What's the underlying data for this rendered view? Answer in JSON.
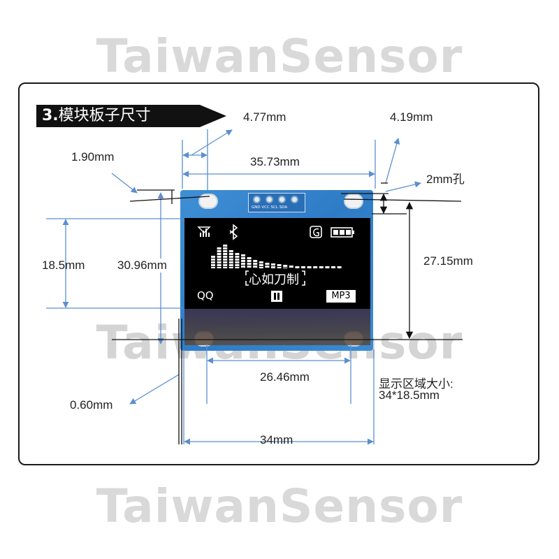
{
  "watermark": "TaiwanSensor",
  "title": {
    "number": "3.",
    "text": "模块板子尺寸"
  },
  "dimensions": {
    "hole_offset": "4.77mm",
    "hole_dia_top": "4.19mm",
    "edge_left": "1.90mm",
    "hole_span": "35.73mm",
    "hole": "2mm孔",
    "screen_height": "18.5mm",
    "board_height": "30.96mm",
    "hole_vspan": "27.15mm",
    "hole_span_bottom": "26.46mm",
    "edge_bottom": "0.60mm",
    "board_width": "34mm",
    "display_area_label": "显示区域大小:",
    "display_area": "34*18.5mm"
  },
  "header_pins": "GND VCC SCL SDA",
  "oled": {
    "center_text": "心如刀制",
    "left_text": "QQ",
    "pause_icon": "pause-icon",
    "right_text": "MP3",
    "bars": [
      18,
      30,
      34,
      26,
      22,
      20,
      16,
      12,
      10,
      8,
      7,
      6,
      5,
      4,
      3,
      3,
      3,
      3,
      3,
      3,
      3,
      3
    ]
  },
  "colors": {
    "pcb": "#2f7cc6",
    "dimension_line": "#5b8fd0",
    "title_bg": "#111111"
  }
}
